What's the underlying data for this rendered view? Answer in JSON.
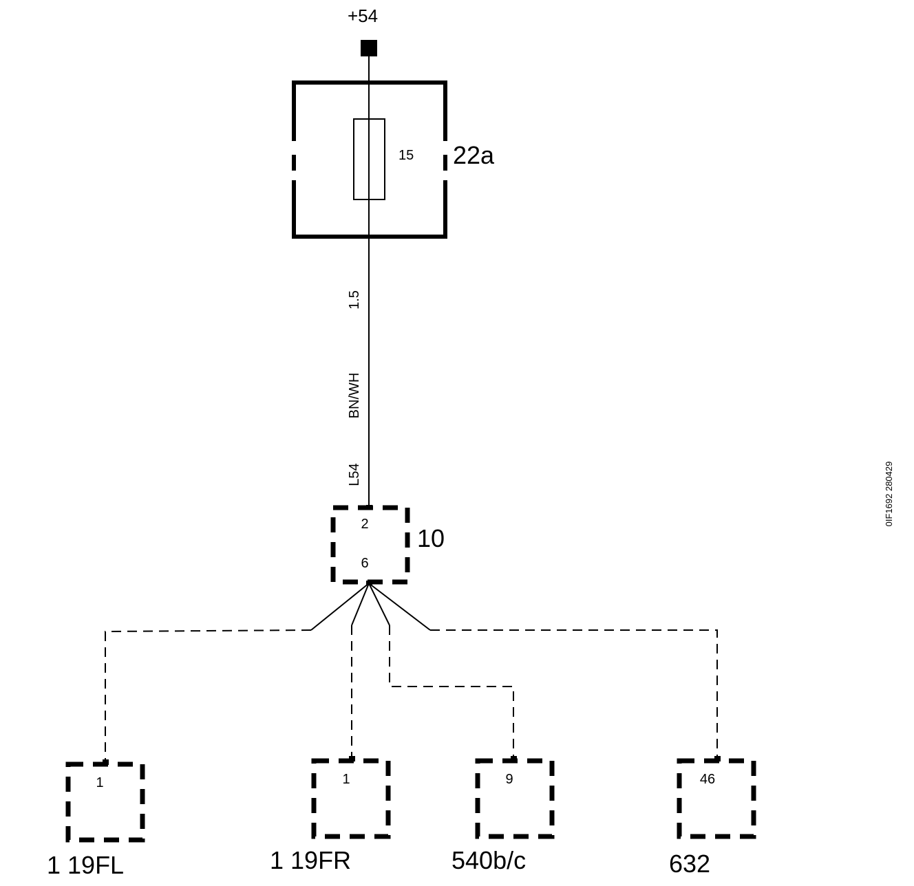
{
  "supply": {
    "label": "+54"
  },
  "fuse_box": {
    "id": "22a",
    "fuse_number": "15"
  },
  "wire": {
    "size": "1.5",
    "color": "BN/WH",
    "circuit": "L54"
  },
  "junction": {
    "id": "10",
    "pin_in": "2",
    "pin_out": "6"
  },
  "endpoints": [
    {
      "component": "1 19FL",
      "pin": "1"
    },
    {
      "component": "1 19FR",
      "pin": "1"
    },
    {
      "component": "540b/c",
      "pin": "9"
    },
    {
      "component": "632",
      "pin": "46"
    }
  ],
  "drawing_code": "0IF1692 280429"
}
